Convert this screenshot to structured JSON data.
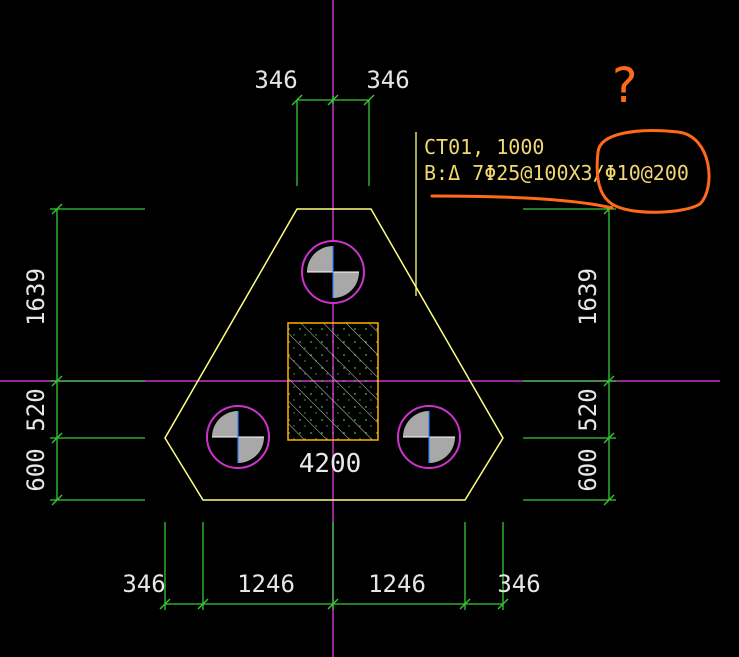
{
  "colors": {
    "background": "#000000",
    "outline": "#ffff80",
    "dimension": "#33cc33",
    "axis": "#cc33cc",
    "pile_ring": "#cc33cc",
    "pile_fill": "#a8a8a8",
    "column": "#ffb000",
    "leader": "#ffff80",
    "annotation": "#ff6a1a",
    "text": "#e6e6e6"
  },
  "cap_label": {
    "line1": "CT01, 1000",
    "line2": "B:Δ 7Φ25@100X3/Φ10@200"
  },
  "annotation": {
    "mark": "?"
  },
  "dimensions": {
    "top_left": "346",
    "top_right": "346",
    "left_top": "1639",
    "left_mid": "520",
    "left_bot": "600",
    "right_top": "1639",
    "right_mid": "520",
    "right_bot": "600",
    "bottom_1": "346",
    "bottom_2": "1246",
    "bottom_3": "1246",
    "bottom_4": "346",
    "cap_size": "4200"
  },
  "icons": {
    "pile": "pile-marker-icon",
    "column": "hatched-column-icon"
  }
}
